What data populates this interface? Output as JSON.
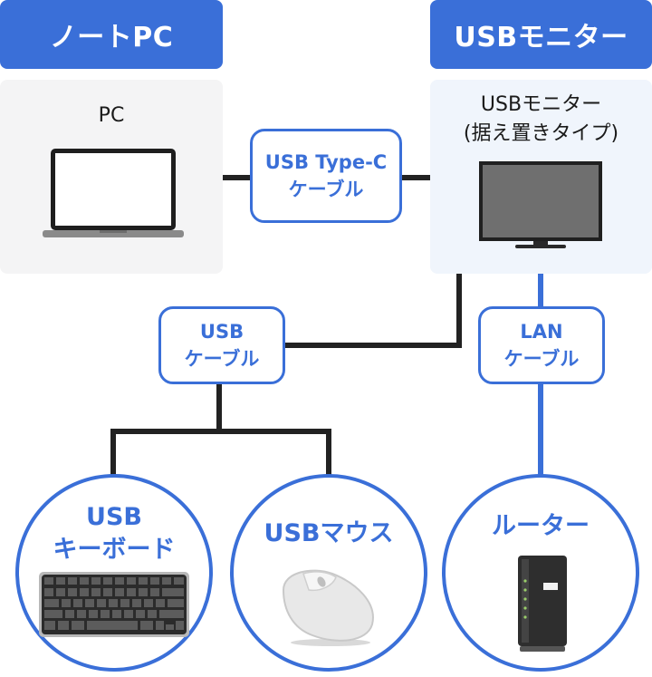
{
  "headers": {
    "left": "ノートPC",
    "right": "USBモニター"
  },
  "pc_panel": {
    "title": "PC"
  },
  "monitor_panel": {
    "title_line1": "USBモニター",
    "title_line2": "(据え置きタイプ)"
  },
  "cables": {
    "typec": {
      "line1": "USB Type-C",
      "line2": "ケーブル"
    },
    "usb": {
      "line1": "USB",
      "line2": "ケーブル"
    },
    "lan": {
      "line1": "LAN",
      "line2": "ケーブル"
    }
  },
  "devices": {
    "keyboard": {
      "line1": "USB",
      "line2": "キーボード"
    },
    "mouse": {
      "line1": "USBマウス"
    },
    "router": {
      "line1": "ルーター"
    }
  },
  "colors": {
    "accent": "#3a6fd8",
    "wire": "#222222"
  }
}
